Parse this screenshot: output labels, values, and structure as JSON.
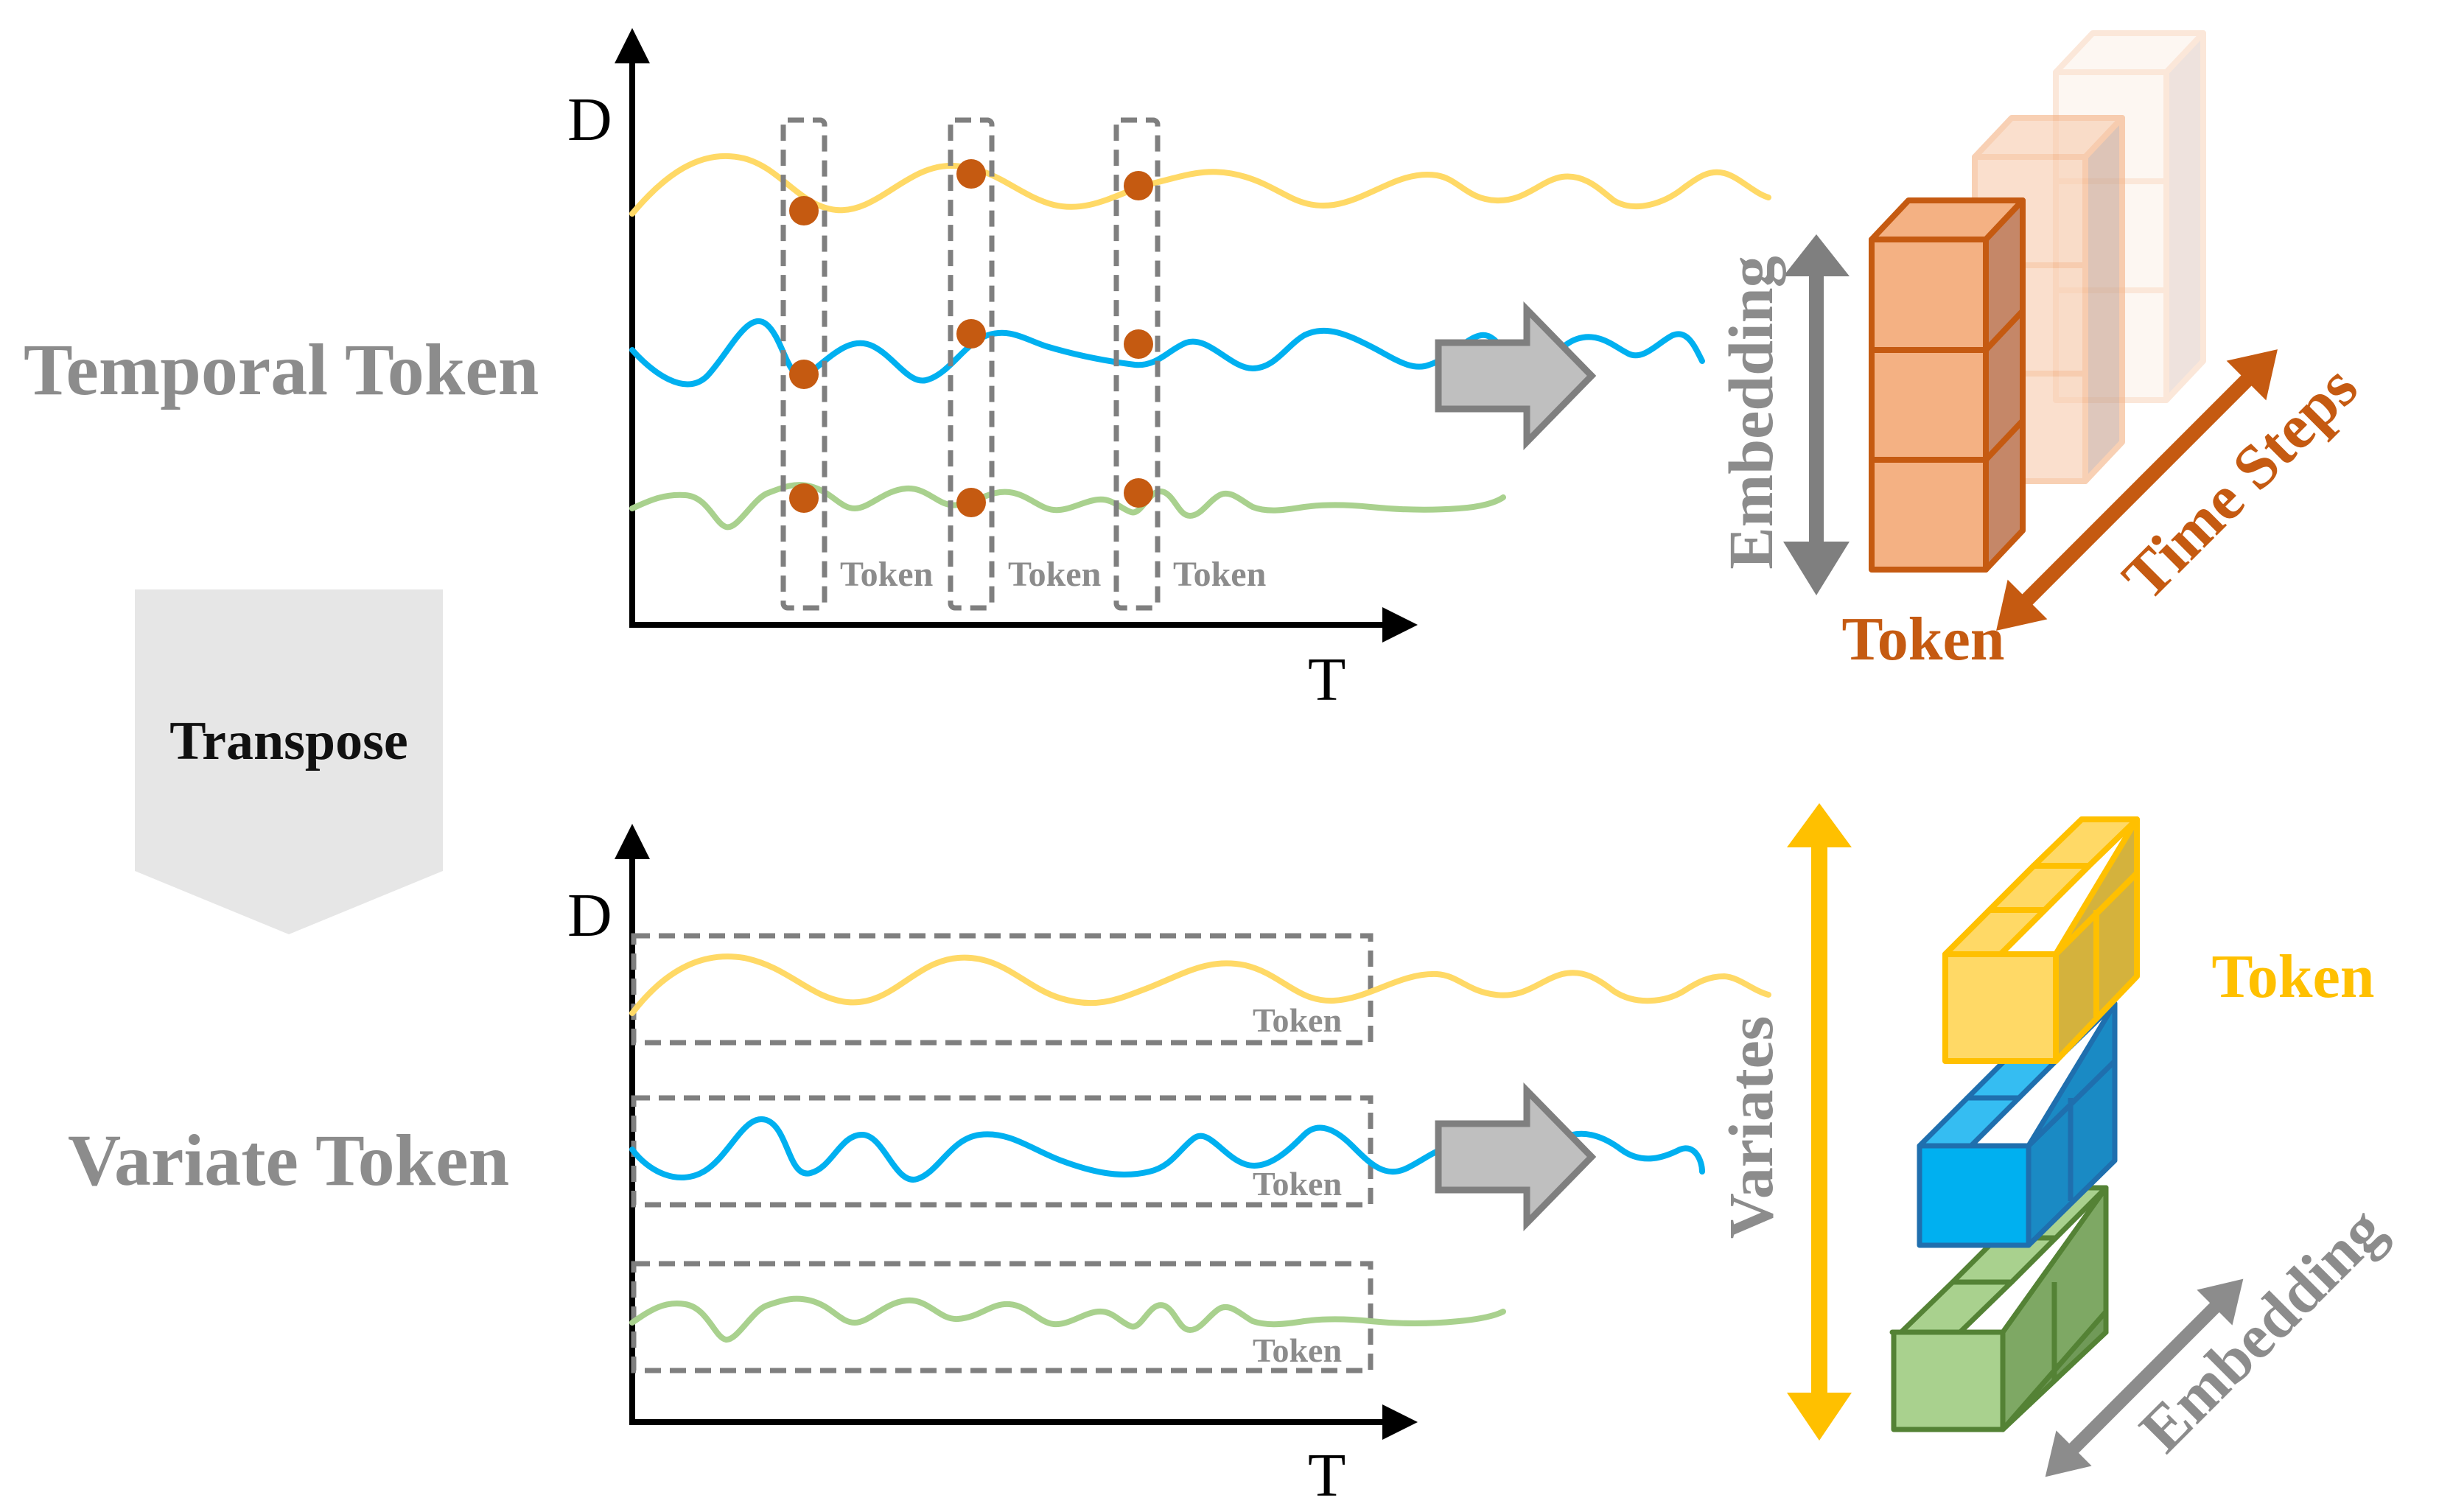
{
  "left_labels": {
    "temporal": "Temporal Token",
    "variate": "Variate Token",
    "transpose": "Transpose"
  },
  "axes": {
    "y": "D",
    "x": "T"
  },
  "token_word": "Token",
  "right_top": {
    "embedding_label": "Embedding",
    "time_steps_label": "Time Steps",
    "token_label": "Token"
  },
  "right_bottom": {
    "variates_label": "Variates",
    "token_label": "Token",
    "embedding_label": "Embedding"
  },
  "colors": {
    "yellow": "#ffd966",
    "blue": "#00b0f0",
    "green": "#a9d18e",
    "dot": "#c55a11",
    "orange_dark": "#c55a11",
    "orange_fill": "#f4b183",
    "gray_label": "#8c8c8c",
    "gold": "#ffc000",
    "box_gray": "#7f7f7f"
  }
}
